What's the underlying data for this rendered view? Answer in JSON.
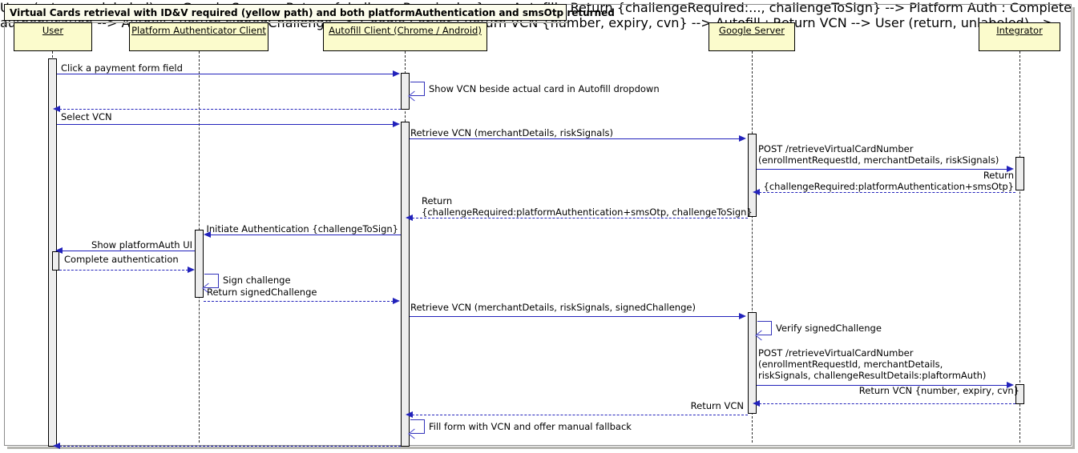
{
  "diagram": {
    "type": "uml-sequence-diagram",
    "title": "Virtual Cards retrieval with ID&V required (yellow path) and both platformAuthentication and smsOtp returned",
    "colors": {
      "participant_fill": "#fbfbcc",
      "title_fill": "#fcfcec",
      "arrow": "#2222bb",
      "activation_fill": "#ededed",
      "frame_border": "#8c8c8c",
      "background": "#ffffff"
    },
    "participants": [
      {
        "id": "user",
        "label": "User"
      },
      {
        "id": "platform_auth",
        "label": "Platform Authenticator Client"
      },
      {
        "id": "autofill",
        "label": "Autofill Client (Chrome / Android)"
      },
      {
        "id": "google_server",
        "label": "Google Server"
      },
      {
        "id": "integrator",
        "label": "Integrator"
      }
    ],
    "messages": [
      {
        "seq": 1,
        "from": "user",
        "to": "autofill",
        "kind": "sync",
        "label": "Click a payment form field"
      },
      {
        "seq": 2,
        "from": "autofill",
        "to": "autofill",
        "kind": "self",
        "label": "Show VCN beside actual card in Autofill dropdown"
      },
      {
        "seq": 3,
        "from": "autofill",
        "to": "user",
        "kind": "return",
        "label": ""
      },
      {
        "seq": 4,
        "from": "user",
        "to": "autofill",
        "kind": "sync",
        "label": "Select VCN"
      },
      {
        "seq": 5,
        "from": "autofill",
        "to": "google_server",
        "kind": "sync",
        "label": "Retrieve VCN (merchantDetails, riskSignals)"
      },
      {
        "seq": 6,
        "from": "google_server",
        "to": "integrator",
        "kind": "sync",
        "label": "POST /retrieveVirtualCardNumber\n(enrollmentRequestId, merchantDetails, riskSignals)"
      },
      {
        "seq": 7,
        "from": "integrator",
        "to": "google_server",
        "kind": "return",
        "label": "Return\n{challengeRequired:platformAuthentication+smsOtp}"
      },
      {
        "seq": 8,
        "from": "google_server",
        "to": "autofill",
        "kind": "return",
        "label": "Return\n{challengeRequired:platformAuthentication+smsOtp, challengeToSign}"
      },
      {
        "seq": 9,
        "from": "autofill",
        "to": "platform_auth",
        "kind": "sync",
        "label": "Initiate Authentication {challengeToSign}"
      },
      {
        "seq": 10,
        "from": "platform_auth",
        "to": "user",
        "kind": "sync",
        "label": "Show platformAuth UI"
      },
      {
        "seq": 11,
        "from": "user",
        "to": "platform_auth",
        "kind": "return",
        "label": "Complete authentication"
      },
      {
        "seq": 12,
        "from": "platform_auth",
        "to": "platform_auth",
        "kind": "self",
        "label": "Sign challenge"
      },
      {
        "seq": 13,
        "from": "platform_auth",
        "to": "autofill",
        "kind": "return",
        "label": "Return signedChallenge"
      },
      {
        "seq": 14,
        "from": "autofill",
        "to": "google_server",
        "kind": "sync",
        "label": "Retrieve VCN (merchantDetails, riskSignals, signedChallenge)"
      },
      {
        "seq": 15,
        "from": "google_server",
        "to": "google_server",
        "kind": "self",
        "label": "Verify signedChallenge"
      },
      {
        "seq": 16,
        "from": "google_server",
        "to": "integrator",
        "kind": "sync",
        "label": "POST /retrieveVirtualCardNumber\n(enrollmentRequestId, merchantDetails,\nriskSignals, challengeResultDetails:plaftormAuth)"
      },
      {
        "seq": 17,
        "from": "integrator",
        "to": "google_server",
        "kind": "return",
        "label": "Return VCN {number, expiry, cvn}"
      },
      {
        "seq": 18,
        "from": "google_server",
        "to": "autofill",
        "kind": "return",
        "label": "Return VCN"
      },
      {
        "seq": 19,
        "from": "autofill",
        "to": "autofill",
        "kind": "self",
        "label": "Fill form with VCN and offer manual fallback"
      },
      {
        "seq": 20,
        "from": "autofill",
        "to": "user",
        "kind": "return",
        "label": ""
      }
    ]
  }
}
